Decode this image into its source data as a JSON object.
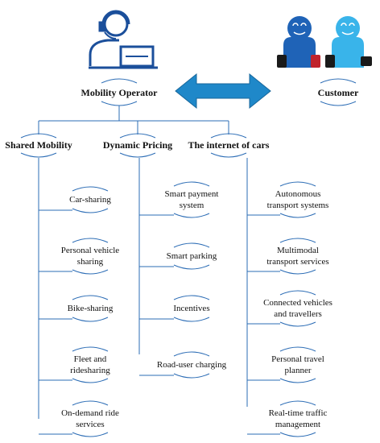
{
  "operator": {
    "label": "Mobility Operator"
  },
  "customer": {
    "label": "Customer"
  },
  "categories": [
    {
      "label": "Shared Mobility",
      "items": [
        {
          "text": "Car-sharing"
        },
        {
          "text": "Personal vehicle\nsharing"
        },
        {
          "text": "Bike-sharing"
        },
        {
          "text": "Fleet and\nridesharing"
        },
        {
          "text": "On-demand ride\nservices"
        }
      ]
    },
    {
      "label": "Dynamic Pricing",
      "items": [
        {
          "text": "Smart payment\nsystem"
        },
        {
          "text": "Smart parking"
        },
        {
          "text": "Incentives"
        },
        {
          "text": "Road-user charging"
        }
      ]
    },
    {
      "label": "The internet of cars",
      "items": [
        {
          "text": "Autonomous\ntransport systems"
        },
        {
          "text": "Multimodal\ntransport services"
        },
        {
          "text": "Connected vehicles\nand travellers"
        },
        {
          "text": "Personal travel\nplanner"
        },
        {
          "text": "Real-time traffic\nmanagement"
        }
      ]
    }
  ],
  "colors": {
    "line": "#2b6cb5",
    "arrow": "#1f88c9",
    "operator_icon": "#1b4f9b",
    "person_blue": "#1f63b7",
    "person_light": "#39b4ea"
  }
}
